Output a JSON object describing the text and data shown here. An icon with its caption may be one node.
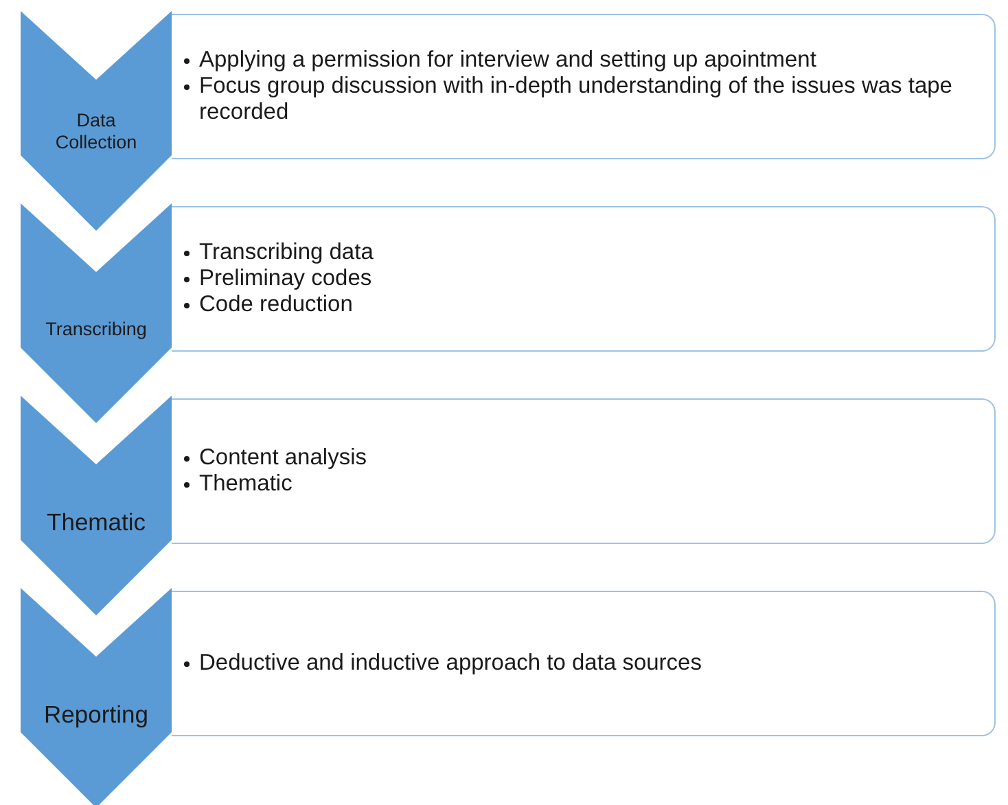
{
  "diagram": {
    "nodes": [
      {
        "text": [
          "Data Collection"
        ]
      },
      {
        "text": [
          "Applying a permission for interview and setting up apointment",
          "Focus group discussion with in-depth understanding of the issues was tape recorded"
        ]
      },
      {
        "text": [
          "Transcribing"
        ]
      },
      {
        "text": [
          "Transcribing data",
          "Preliminay codes",
          "Code reduction"
        ]
      },
      {
        "text": [
          "Thematic"
        ]
      },
      {
        "text": [
          "Content analysis",
          "Thematic"
        ]
      },
      {
        "text": [
          "Reporting"
        ]
      },
      {
        "text": [
          "Deductive and inductive approach to data sources"
        ]
      }
    ]
  }
}
